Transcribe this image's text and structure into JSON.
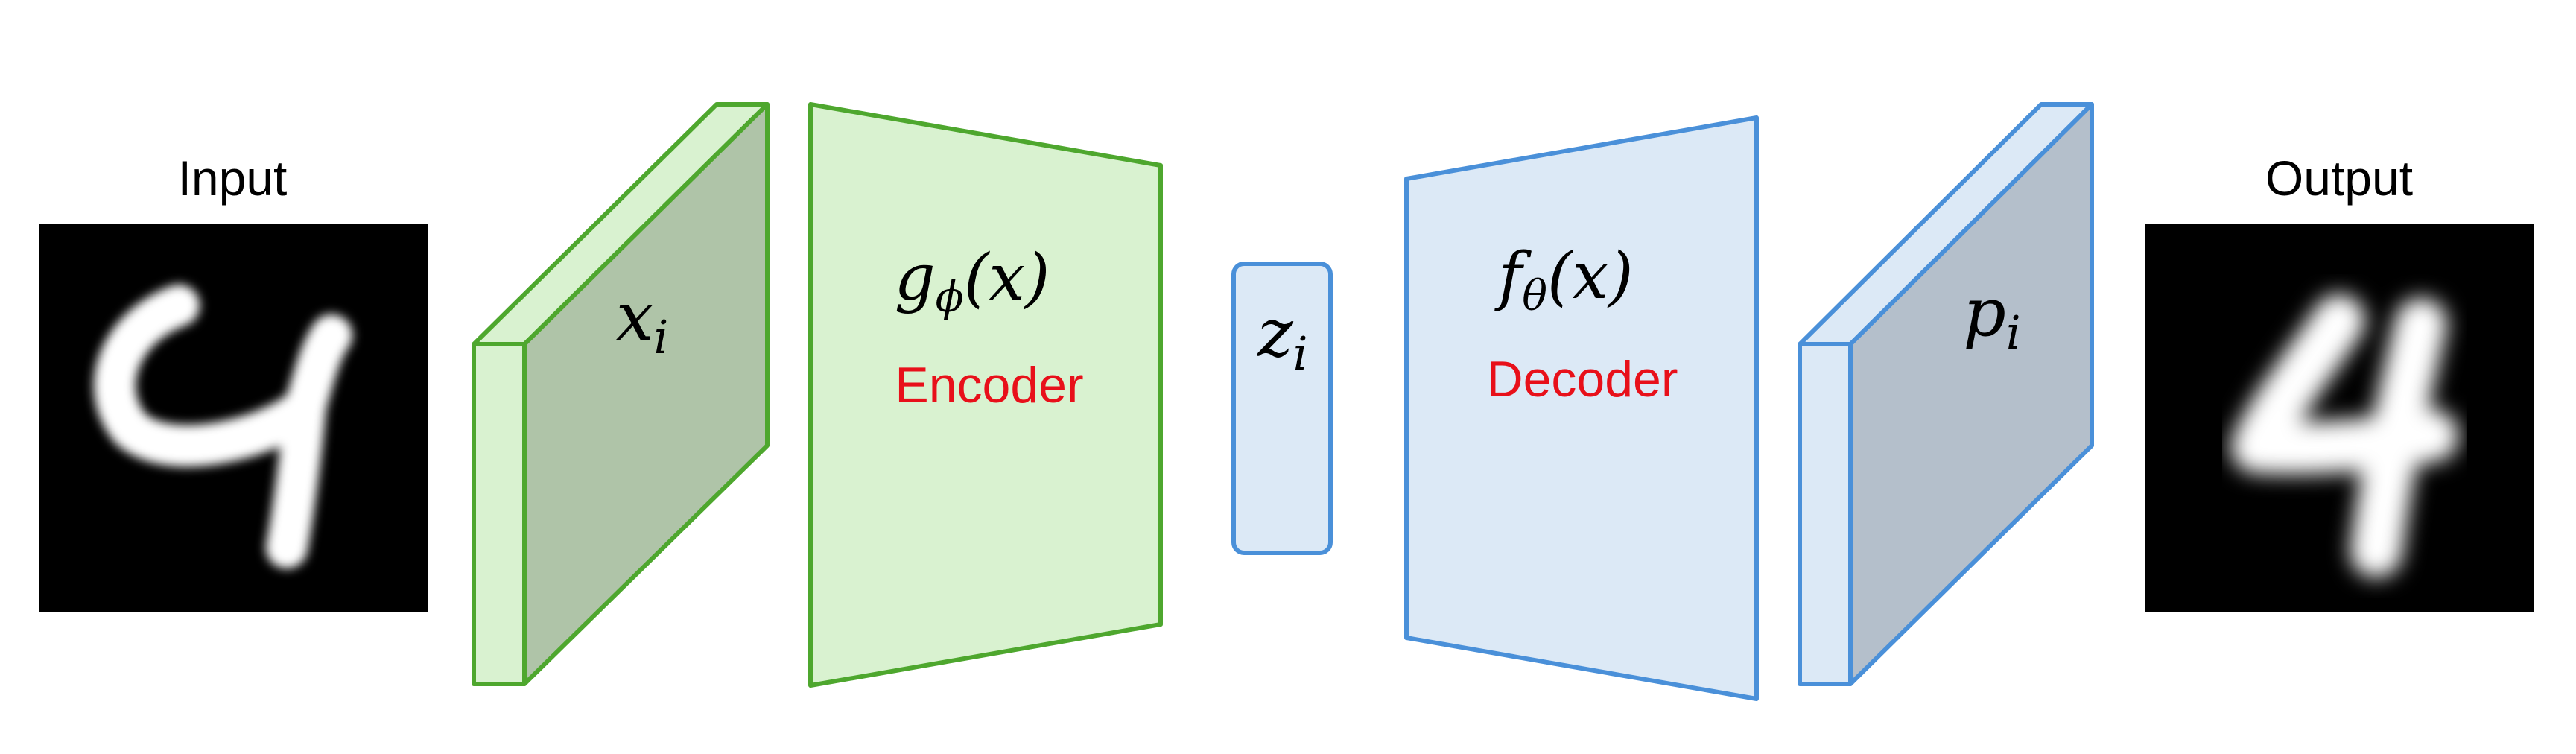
{
  "diagram": {
    "input": {
      "label": "Input"
    },
    "output": {
      "label": "Output"
    },
    "input_layer": {
      "symbol_base": "x",
      "symbol_sub": "i"
    },
    "encoder": {
      "formula_func": "g",
      "formula_sub": "ϕ",
      "formula_arg": "(x)",
      "label": "Encoder"
    },
    "latent": {
      "symbol_base": "z",
      "symbol_sub": "i"
    },
    "decoder": {
      "formula_func": "f",
      "formula_sub": "θ",
      "formula_arg": "(x)",
      "label": "Decoder"
    },
    "output_layer": {
      "symbol_base": "p",
      "symbol_sub": "i"
    }
  },
  "colors": {
    "encoder_stroke": "#4ea72e",
    "encoder_fill": "#d9f2d0",
    "encoder_face": "#afc4a8",
    "decoder_stroke": "#4a90d9",
    "decoder_fill": "#dce9f6",
    "decoder_face": "#b4bfcb",
    "label_red": "#e8101a",
    "text": "#000000"
  },
  "icons": {
    "input_image": "handwritten-digit-4-image",
    "output_image": "reconstructed-digit-4-image"
  }
}
